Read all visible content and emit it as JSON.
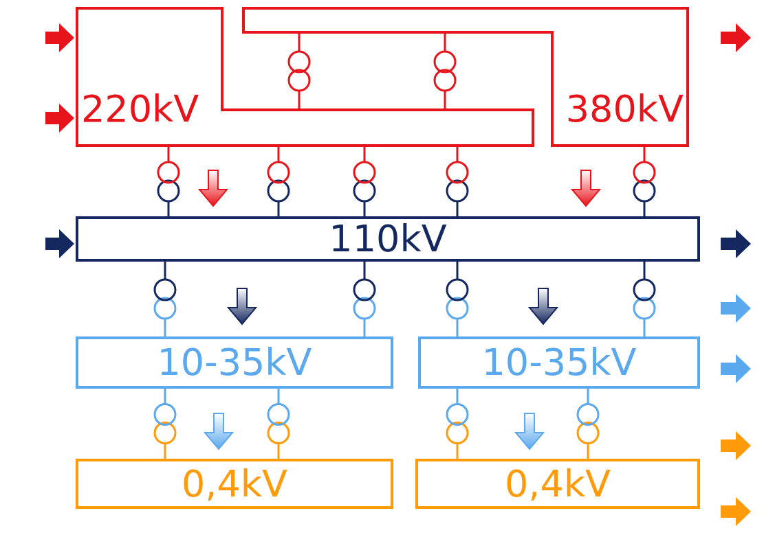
{
  "diagram": {
    "nodes": [
      {
        "text": [
          "220kV"
        ]
      },
      {
        "text": [
          "380kV"
        ]
      },
      {
        "text": [
          "110kV"
        ]
      },
      {
        "text": [
          "10-35kV"
        ]
      },
      {
        "text": [
          "10-35kV"
        ]
      },
      {
        "text": [
          "0,4kV"
        ]
      },
      {
        "text": [
          "0,4kV"
        ]
      }
    ],
    "edges": [
      {
        "from": 1,
        "to": 0,
        "arrow": "none"
      },
      {
        "from": 1,
        "to": 0,
        "arrow": "none"
      },
      {
        "from": 0,
        "to": 2,
        "arrow": "none"
      },
      {
        "from": 0,
        "to": 2,
        "arrow": "none"
      },
      {
        "from": 0,
        "to": 2,
        "arrow": "none"
      },
      {
        "from": 0,
        "to": 2,
        "arrow": "none"
      },
      {
        "from": 1,
        "to": 2,
        "arrow": "none"
      },
      {
        "from": 2,
        "to": 3,
        "arrow": "none"
      },
      {
        "from": 2,
        "to": 3,
        "arrow": "none"
      },
      {
        "from": 2,
        "to": 4,
        "arrow": "none"
      },
      {
        "from": 2,
        "to": 4,
        "arrow": "none"
      },
      {
        "from": 3,
        "to": 5,
        "arrow": "none"
      },
      {
        "from": 3,
        "to": 5,
        "arrow": "none"
      },
      {
        "from": 4,
        "to": 6,
        "arrow": "none"
      },
      {
        "from": 4,
        "to": 6,
        "arrow": "none"
      }
    ]
  }
}
